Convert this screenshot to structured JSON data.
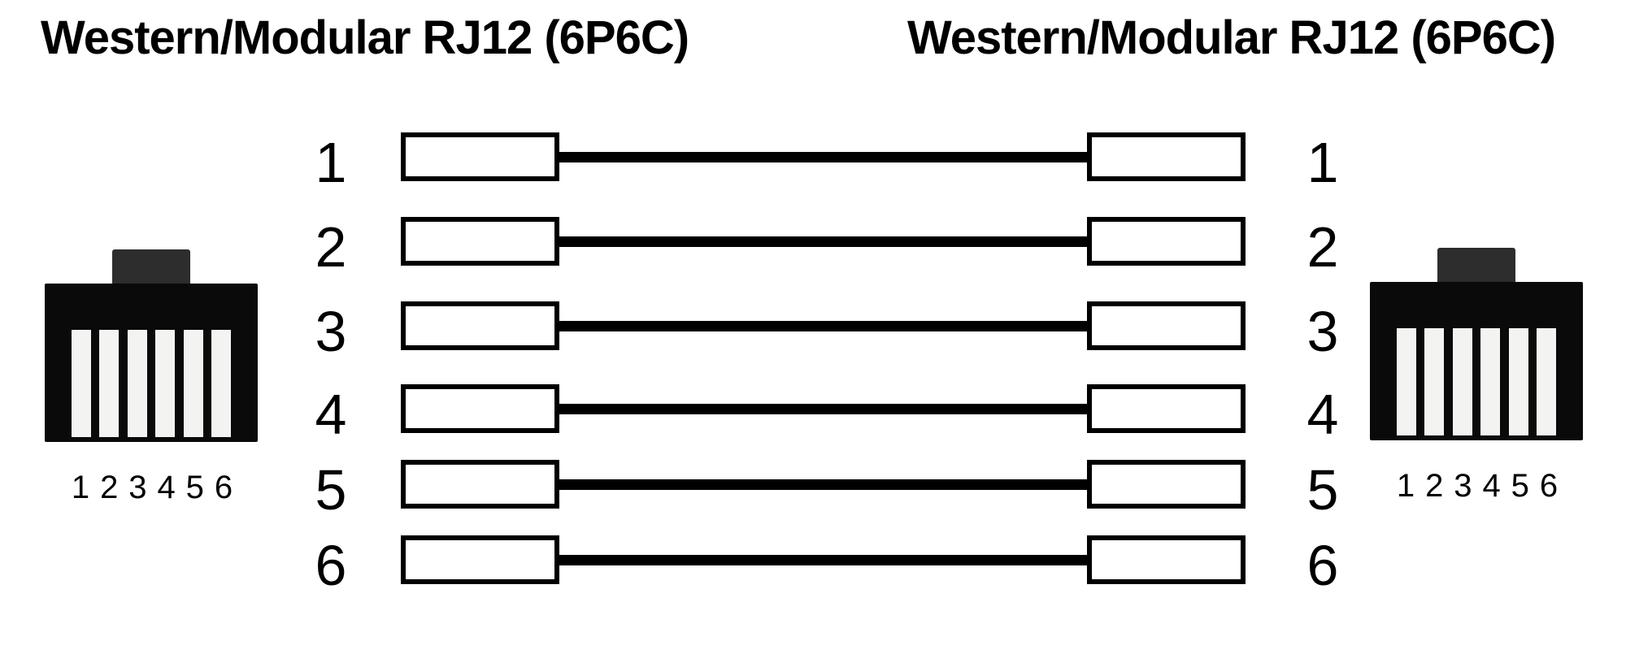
{
  "diagram": {
    "type": "pinout-wiring-diagram",
    "cable": "RJ12 6P6C straight-through, pin 1 to pin 1 ... pin 6 to pin 6",
    "title_left": "Western/Modular RJ12 (6P6C)",
    "title_right": "Western/Modular RJ12 (6P6C)",
    "left_connector": {
      "description": "RJ12 modular jack front view",
      "pin_labels": [
        "1",
        "2",
        "3",
        "4",
        "5",
        "6"
      ]
    },
    "right_connector": {
      "description": "RJ12 modular jack front view",
      "pin_labels": [
        "1",
        "2",
        "3",
        "4",
        "5",
        "6"
      ]
    },
    "wiring_rows": [
      {
        "left_pin": "1",
        "right_pin": "1"
      },
      {
        "left_pin": "2",
        "right_pin": "2"
      },
      {
        "left_pin": "3",
        "right_pin": "3"
      },
      {
        "left_pin": "4",
        "right_pin": "4"
      },
      {
        "left_pin": "5",
        "right_pin": "5"
      },
      {
        "left_pin": "6",
        "right_pin": "6"
      }
    ],
    "colors": {
      "background": "#ffffff",
      "ink": "#000000",
      "connector_body": "#0a0a0a",
      "connector_tab": "#2d2d2d",
      "slot_fill": "#f3f3f1"
    }
  }
}
